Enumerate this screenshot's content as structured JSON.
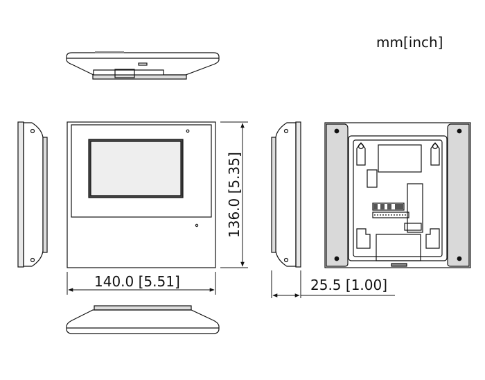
{
  "units_label": "mm[inch]",
  "dimensions": {
    "width": "140.0 [5.51]",
    "height": "136.0 [5.35]",
    "depth": "25.5 [1.00]"
  }
}
